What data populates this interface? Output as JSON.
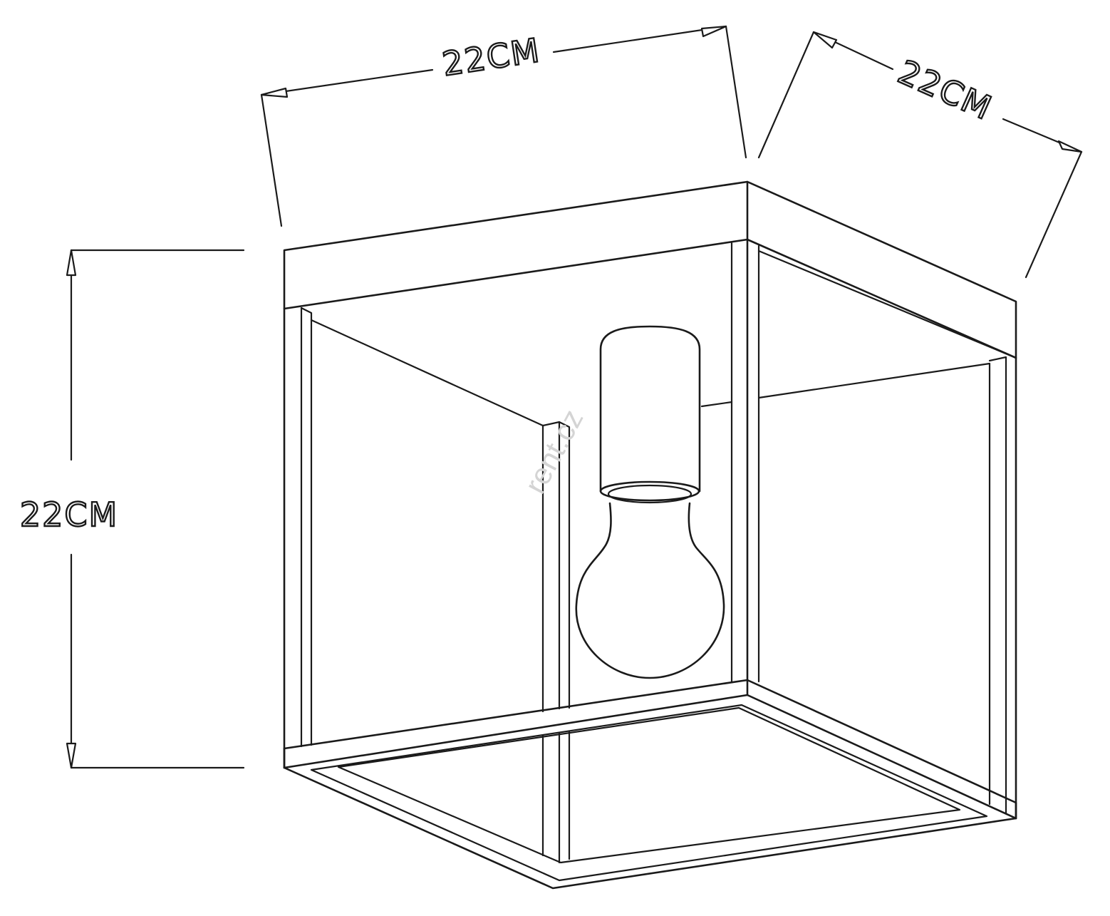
{
  "dimensions": {
    "width_label": "22CM",
    "depth_label": "22CM",
    "height_label": "22CM"
  },
  "watermark": "rent.cz",
  "colors": {
    "line": "#1a1a1a",
    "background": "#ffffff",
    "watermark": "#d4d4d4"
  }
}
